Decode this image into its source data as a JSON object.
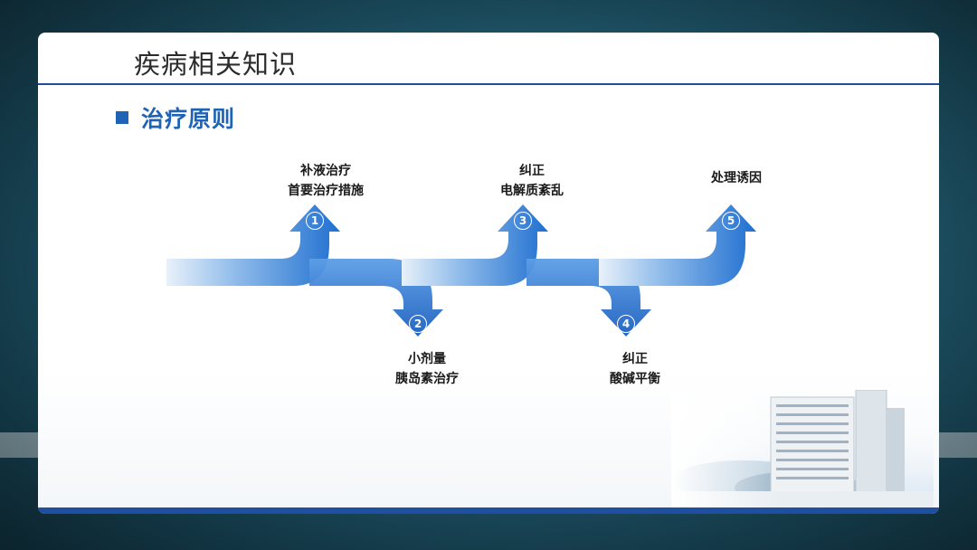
{
  "title": "疾病相关知识",
  "section": {
    "title": "治疗原则"
  },
  "steps": [
    {
      "num": "1",
      "line1": "补液治疗",
      "line2": "首要治疗措施"
    },
    {
      "num": "2",
      "line1": "小剂量",
      "line2": "胰岛素治疗"
    },
    {
      "num": "3",
      "line1": "纠正",
      "line2": "电解质紊乱"
    },
    {
      "num": "4",
      "line1": "纠正",
      "line2": "酸碱平衡"
    },
    {
      "num": "5",
      "line1": "处理诱因",
      "line2": ""
    }
  ],
  "colors": {
    "accent": "#1e63b5",
    "arrow_light": "#dbeaf8",
    "arrow_dark": "#1f6fd0",
    "frame": "#1f4e9b"
  },
  "icons": [
    "square-bullet-icon",
    "arrow-up-icon",
    "arrow-down-icon",
    "building-illustration"
  ]
}
